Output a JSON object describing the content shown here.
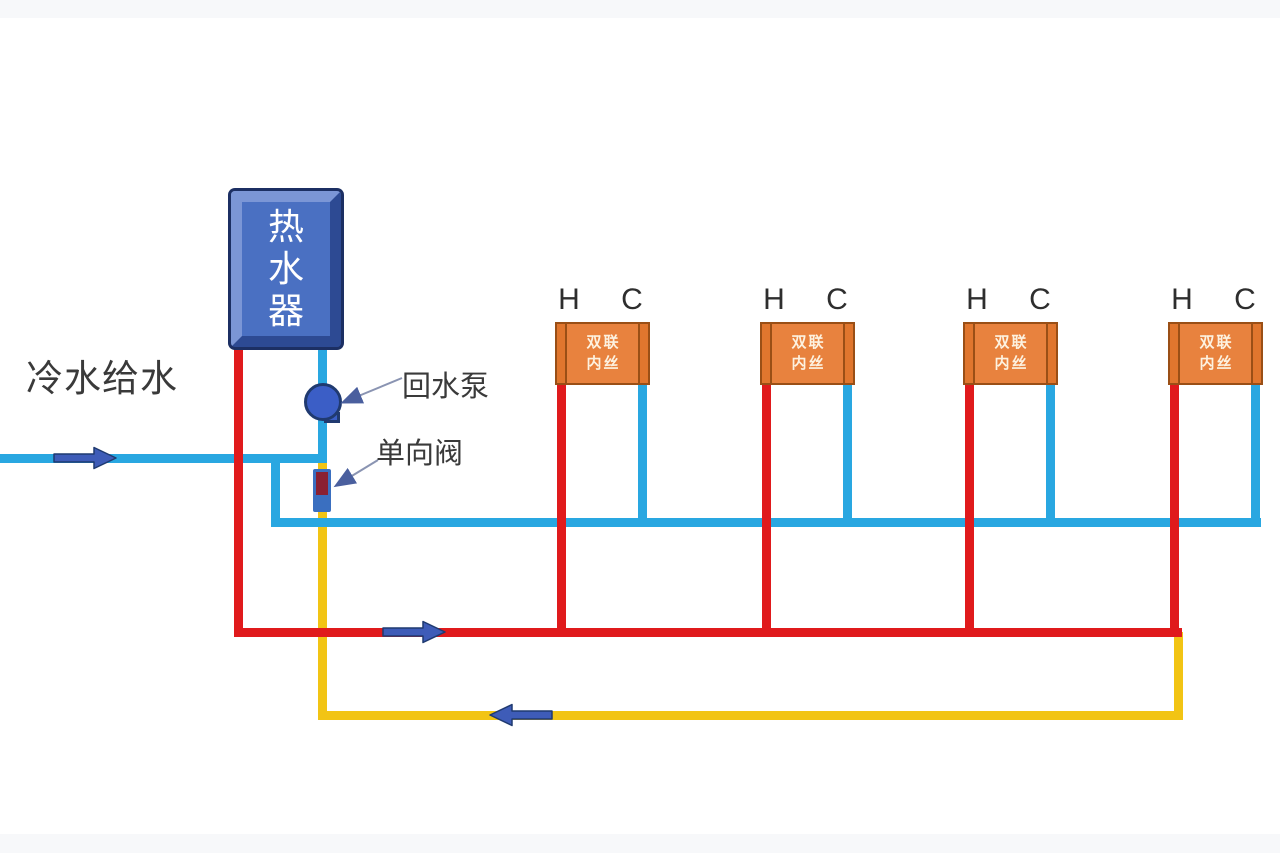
{
  "labels": {
    "cold_supply": "冷水给水",
    "water_heater": "热水器",
    "return_pump": "回水泵",
    "check_valve": "单向阀"
  },
  "fixtures": [
    {
      "hot_label": "H",
      "cold_label": "C",
      "box_line1": "双联",
      "box_line2": "内丝"
    },
    {
      "hot_label": "H",
      "cold_label": "C",
      "box_line1": "双联",
      "box_line2": "内丝"
    },
    {
      "hot_label": "H",
      "cold_label": "C",
      "box_line1": "双联",
      "box_line2": "内丝"
    },
    {
      "hot_label": "H",
      "cold_label": "C",
      "box_line1": "双联",
      "box_line2": "内丝"
    }
  ],
  "colors": {
    "cold_pipe": "#29a7e1",
    "hot_pipe": "#e01a1c",
    "return_pipe": "#f2c414",
    "flow_arrow": "#3e5cb8",
    "flow_arrow_outline": "#1f3a70",
    "heater_panel": "#4a70c2",
    "heater_bevel_light": "#7b96d6",
    "heater_bevel_dark": "#2d4a93",
    "heater_outline": "#1c2f63",
    "pump_fill": "#3b5ec6",
    "pump_outline": "#203a70",
    "valve_body": "#8a2032",
    "valve_accent": "#3a6fc0",
    "fixture_fill": "#e8823e",
    "fixture_tab": "#e0762e",
    "fixture_border": "#9a4f16",
    "fixture_text": "#fdf2e0",
    "label_text": "#3a3a3a",
    "leader_line": "#8a94b2",
    "leader_head": "#4a5f9e",
    "edge_band": "#f7f8fa"
  }
}
